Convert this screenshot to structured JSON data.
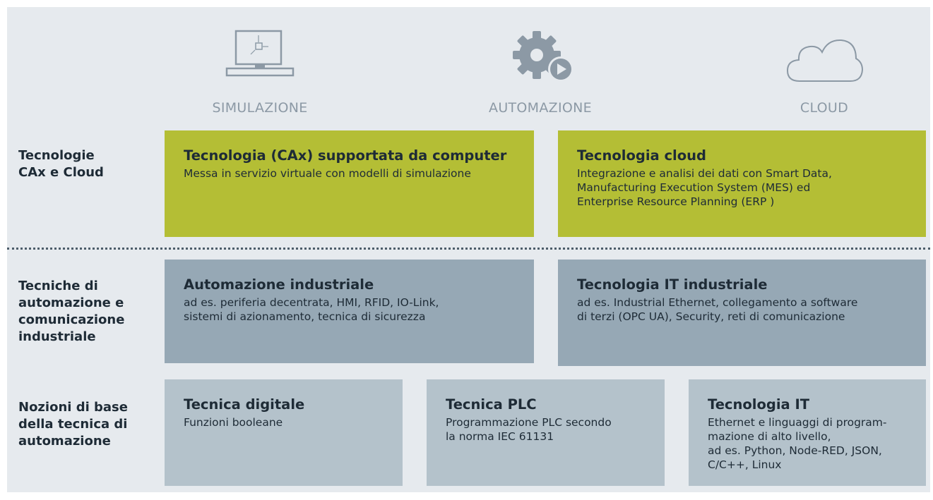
{
  "columns": [
    {
      "title": "SIMULAZIONE",
      "icon": "computer-monitor-icon"
    },
    {
      "title": "AUTOMAZIONE",
      "icon": "gear-play-icon"
    },
    {
      "title": "CLOUD",
      "icon": "cloud-icon"
    }
  ],
  "rows": [
    {
      "label": [
        "Tecnologie",
        "CAx e Cloud"
      ]
    },
    {
      "label": [
        "Tecniche di",
        "automazione e",
        "comunicazione",
        "industriale"
      ]
    },
    {
      "label": [
        "Nozioni di base",
        "della tecnica di",
        "automazione"
      ]
    }
  ],
  "boxes": {
    "cax": {
      "title": "Tecnologia (CAx) supportata da computer",
      "lines": [
        "Messa in servizio virtuale con modelli di simulazione"
      ]
    },
    "cloud": {
      "title": "Tecnologia cloud",
      "lines": [
        "Integrazione e analisi dei dati con Smart Data,",
        "Manufacturing Execution System (MES) ed",
        "Enterprise Resource Planning (ERP )"
      ]
    },
    "automation": {
      "title": "Automazione industriale",
      "lines": [
        "ad es. periferia decentrata, HMI, RFID, IO-Link,",
        "sistemi di azionamento, tecnica di sicurezza"
      ]
    },
    "it_industrial": {
      "title": "Tecnologia IT industriale",
      "lines": [
        "ad es. Industrial Ethernet, collegamento a software",
        "di terzi (OPC UA), Security, reti di comunicazione"
      ]
    },
    "digital": {
      "title": "Tecnica digitale",
      "lines": [
        "Funzioni booleane"
      ]
    },
    "plc": {
      "title": "Tecnica PLC",
      "lines": [
        "Programmazione PLC secondo",
        "la norma IEC 61131"
      ]
    },
    "it": {
      "title": "Tecnologia IT",
      "lines": [
        "Ethernet e linguaggi di program-",
        "mazione di alto livello,",
        "ad es. Python, Node-RED, JSON,",
        "C/C++, Linux"
      ]
    }
  },
  "colors": {
    "green": "#b4be35",
    "steel": "#96a8b5",
    "light": "#b4c2cb",
    "panel": "#e6eaee",
    "icon_gray": "#8c99a5"
  }
}
